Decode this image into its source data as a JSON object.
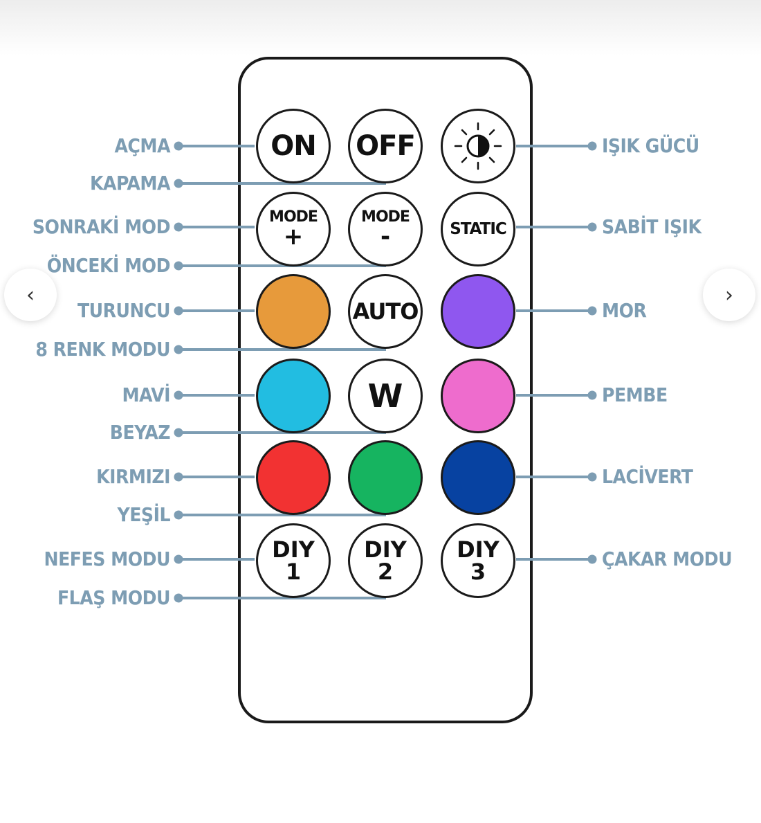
{
  "remote": {
    "buttons": {
      "on": "ON",
      "off": "OFF",
      "mode_plus_top": "MODE",
      "mode_plus_sign": "+",
      "mode_minus_top": "MODE",
      "mode_minus_sign": "-",
      "static": "STATIC",
      "auto": "AUTO",
      "w": "W",
      "diy1_top": "DIY",
      "diy1_num": "1",
      "diy2_top": "DIY",
      "diy2_num": "2",
      "diy3_top": "DIY",
      "diy3_num": "3"
    },
    "colors": {
      "orange": "#e79a3b",
      "purple": "#8f57ef",
      "blue": "#22bde1",
      "pink": "#ee6ccd",
      "red": "#f23232",
      "green": "#16b460",
      "navy": "#0742a1"
    }
  },
  "labels_left": {
    "acma": "AÇMA",
    "kapama": "KAPAMA",
    "sonraki_mod": "SONRAKİ MOD",
    "onceki_mod": "ÖNCEKİ MOD",
    "turuncu": "TURUNCU",
    "renk_modu": "8 RENK MODU",
    "mavi": "MAVİ",
    "beyaz": "BEYAZ",
    "kirmizi": "KIRMIZI",
    "yesil": "YEŞİL",
    "nefes_modu": "NEFES MODU",
    "flas_modu": "FLAŞ MODU"
  },
  "labels_right": {
    "isik_gucu": "IŞIK GÜCÜ",
    "sabit_isik": "SABİT IŞIK",
    "mor": "MOR",
    "pembe": "PEMBE",
    "lacivert": "LACİVERT",
    "cakar_modu": "ÇAKAR MODU"
  },
  "nav": {
    "prev_icon": "chevron-left-icon",
    "next_icon": "chevron-right-icon",
    "prev_glyph": "‹",
    "next_glyph": "›"
  },
  "style": {
    "label_color": "#7d9db3",
    "outline_color": "#1a1a1a"
  }
}
